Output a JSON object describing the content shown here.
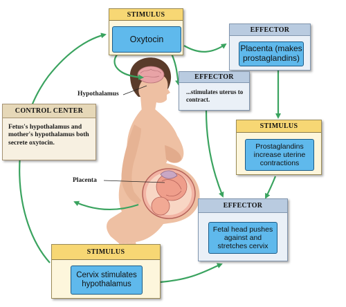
{
  "boxes": {
    "top_stimulus": {
      "header": "STIMULUS",
      "text": "Oxytocin"
    },
    "effector_placenta": {
      "header": "EFFECTOR",
      "text": "Placenta (makes prostaglandins)"
    },
    "effector_uterus": {
      "header": "EFFECTOR",
      "text": "...stimulates uterus to contract."
    },
    "stimulus_prostaglandins": {
      "header": "STIMULUS",
      "text": "Prostaglandins increase uterine contractions"
    },
    "effector_fetal_head": {
      "header": "EFFECTOR",
      "text": "Fetal head pushes against and stretches cervix"
    },
    "stimulus_cervix": {
      "header": "STIMULUS",
      "text": "Cervix stimulates hypothalamus"
    },
    "control_center": {
      "header": "CONTROL CENTER",
      "text": "Fetus's hypothalamus and mother's hypothalamus both secrete oxytocin."
    }
  },
  "labels": {
    "hypothalamus": "Hypothalamus",
    "placenta": "Placenta"
  },
  "colors": {
    "arrow_green": "#3aa35f",
    "stimulus_header": "#f7d774",
    "effector_header": "#b9cbe0",
    "inner_blue": "#5fb9ec"
  }
}
